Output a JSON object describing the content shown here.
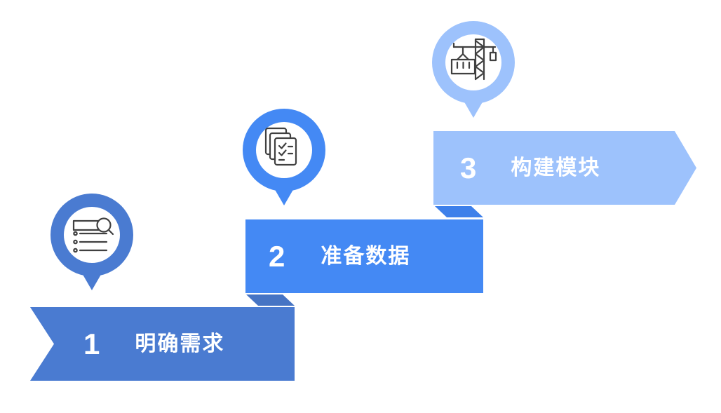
{
  "diagram": {
    "background_color": "#ffffff",
    "text_color": "#ffffff",
    "icon_stroke_color": "#404040",
    "steps": [
      {
        "number": "1",
        "label": "明确需求",
        "color": "#4a7bd1",
        "icon": "list-search-icon"
      },
      {
        "number": "2",
        "label": "准备数据",
        "color": "#4489f4",
        "icon": "checklist-pages-icon"
      },
      {
        "number": "3",
        "label": "构建模块",
        "color": "#9dc2fc",
        "icon": "tower-crane-icon"
      }
    ],
    "folds": [
      {
        "between": "step2-step1",
        "color": "#4674c4"
      },
      {
        "between": "step3-step2",
        "color": "#3e80ea"
      }
    ]
  }
}
